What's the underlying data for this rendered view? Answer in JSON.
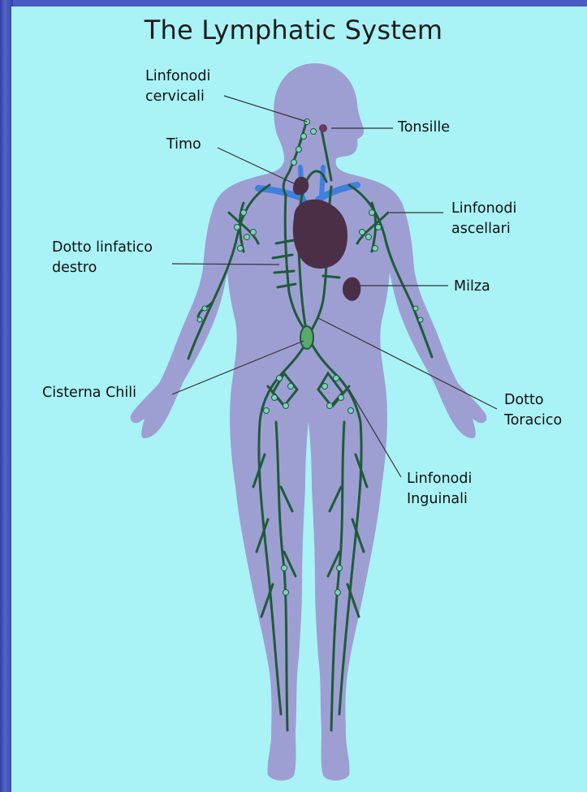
{
  "title": "The Lymphatic System",
  "labels": {
    "linfonodi_cervicali": [
      "Linfonodi",
      "cervicali"
    ],
    "tonsille": "Tonsille",
    "timo": "Timo",
    "linfonodi_ascellari": [
      "Linfonodi",
      "ascellari"
    ],
    "dotto_linfatico_destro": [
      "Dotto linfatico",
      "destro"
    ],
    "milza": "Milza",
    "cisterna_chili": "Cisterna Chili",
    "dotto_toracico": [
      "Dotto",
      "Toracico"
    ],
    "linfonodi_inguinali": [
      "Linfonodi",
      "Inguinali"
    ]
  },
  "colors": {
    "background": "#a9f2f6",
    "body": "#9d9fd2",
    "lymph_vessel": "#1f5a3a",
    "node": "#7fd1c2",
    "organ": "#4a2f47",
    "vein": "#3f7fe0",
    "slide_border": "#3a48b8"
  }
}
